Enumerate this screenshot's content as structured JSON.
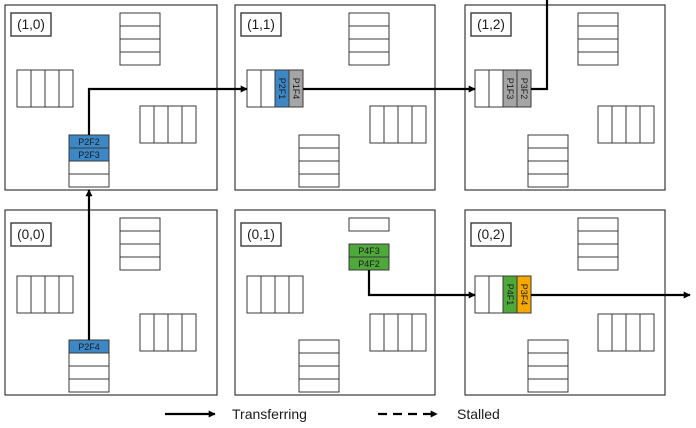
{
  "colors": {
    "p2": "#3c87c6",
    "p1": "#a5a5a5",
    "p3": "#a5a5a5",
    "p4": "#4fa83a",
    "p3_orange": "#f5a800",
    "wire": "#000000"
  },
  "nodes": [
    {
      "id": "n10",
      "label": "(1,0)"
    },
    {
      "id": "n11",
      "label": "(1,1)"
    },
    {
      "id": "n12",
      "label": "(1,2)"
    },
    {
      "id": "n00",
      "label": "(0,0)"
    },
    {
      "id": "n01",
      "label": "(0,1)"
    },
    {
      "id": "n02",
      "label": "(0,2)"
    }
  ],
  "flits": {
    "n10_p2f2": "P2F2",
    "n10_p2f3": "P2F3",
    "n11_p2f1": "P2F1",
    "n11_p1f4": "P1F4",
    "n12_p1f3": "P1F3",
    "n12_p3f2": "P3F2",
    "n00_p2f4": "P2F4",
    "n01_p4f3": "P4F3",
    "n01_p4f2": "P4F2",
    "n02_p4f1": "P4F1",
    "n02_p3f4": "P3F4"
  },
  "legend": {
    "transferring": "Transferring",
    "stalled": "Stalled"
  }
}
